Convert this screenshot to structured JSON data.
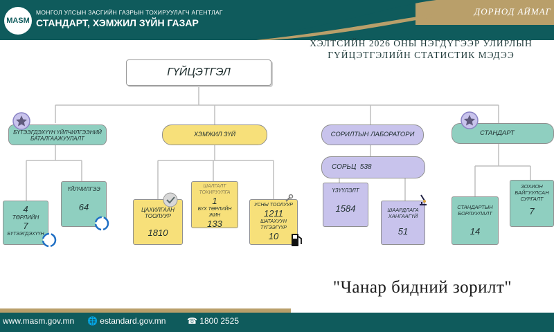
{
  "header": {
    "logo_text": "MASM",
    "agency_line1": "МОНГОЛ УЛСЫН ЗАСГИЙН ГАЗРЫН ТОХИРУУЛАГЧ АГЕНТЛАГ",
    "agency_line2": "СТАНДАРТ, ХЭМЖИЛ ЗҮЙН ГАЗАР",
    "province": "ДОРНОД АЙМАГ"
  },
  "title": {
    "line1": "ХЭЛТСИЙН 2026 ОНЫ НЭГДҮГЭЭР УЛИРЛЫН",
    "line2": "ГҮЙЦЭТГЭЛИЙН СТАТИСТИК МЭДЭЭ"
  },
  "diagram": {
    "root": "ГҮЙЦЭТГЭЛ",
    "branches": {
      "certification": {
        "label": "БҮТЭЭГДЭХҮҮН ҮЙЛЧИЛГЭЭНИЙ БАТАЛГААЖУУЛАЛТ",
        "product": {
          "count": "4",
          "types_label": "ТӨРЛИЙН",
          "products_count": "7",
          "products_label": "БҮТЭЭГДЭХҮҮН"
        },
        "service": {
          "label": "ҮЙЛЧИЛГЭЭ",
          "count": "64"
        }
      },
      "metrology": {
        "label": "ХЭМЖИЛ ЗҮЙ",
        "electric": {
          "label": "ЦАХИЛГААН ТООЛУУР",
          "value": "1810"
        },
        "verification": {
          "label": "ШАЛГАЛТ ТОХИРУУЛГА",
          "count": "1",
          "sub_label": "БҮХ ТӨРЛИЙН ЖИН",
          "value": "133"
        },
        "water": {
          "label": "УСНЫ ТООЛУУР",
          "value": "1211",
          "fuel_label": "ШАТАХУУН ТҮГЭЭГҮҮР",
          "fuel_value": "10"
        }
      },
      "laboratory": {
        "label": "СОРИЛТЫН ЛАБОРАТОРИ",
        "samples_label": "СОРЬЦ",
        "samples_value": "538",
        "indicators": {
          "label": "ҮЗҮҮЛЭЛТ",
          "value": "1584"
        },
        "noncompliant": {
          "label": "ШААРДЛАГА ХАНГААГҮЙ",
          "value": "51"
        }
      },
      "standard": {
        "label": "СТАНДАРТ",
        "distribution": {
          "label": "СТАНДАРТЫН БОРЛУУЛАЛТ",
          "value": "14"
        },
        "training": {
          "label": "ЗОХИОН БАЙГУУЛСАН СУРГАЛТ",
          "value": "7"
        }
      }
    }
  },
  "motto": "\"Чанар бидний зорилт\"",
  "footer": {
    "website": "www.masm.gov.mn",
    "portal": "estandard.gov.mn",
    "phone": "1800 2525"
  },
  "colors": {
    "header": "#0f5b5c",
    "gold": "#b99f6a",
    "teal_box": "#8fcfc0",
    "yellow_box": "#f7e07a",
    "lavender_box": "#c8c3ec"
  }
}
